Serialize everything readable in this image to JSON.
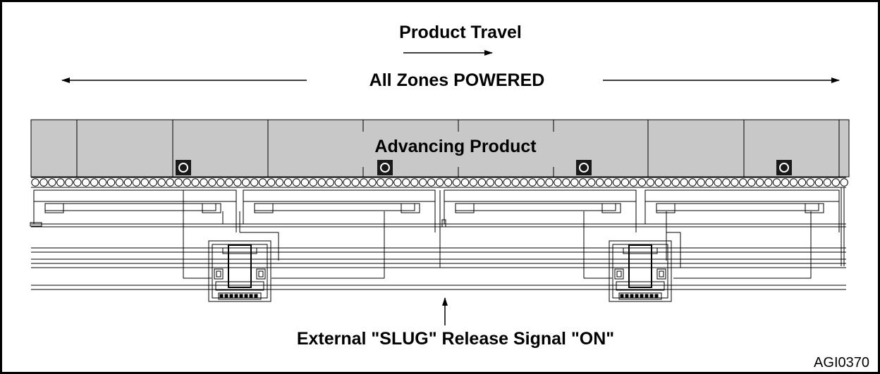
{
  "labels": {
    "product_travel": "Product Travel",
    "all_zones": "All Zones POWERED",
    "advancing_product": "Advancing Product",
    "release_signal": "External \"SLUG\" Release Signal \"ON\"",
    "figure_id": "AGI0370"
  },
  "colors": {
    "product": "#c8c8c8",
    "line": "#000000",
    "background": "#ffffff"
  },
  "icons": {
    "photo_eye": "photo-eye-sensor",
    "controller": "zone-controller-module",
    "roller": "conveyor-roller"
  }
}
